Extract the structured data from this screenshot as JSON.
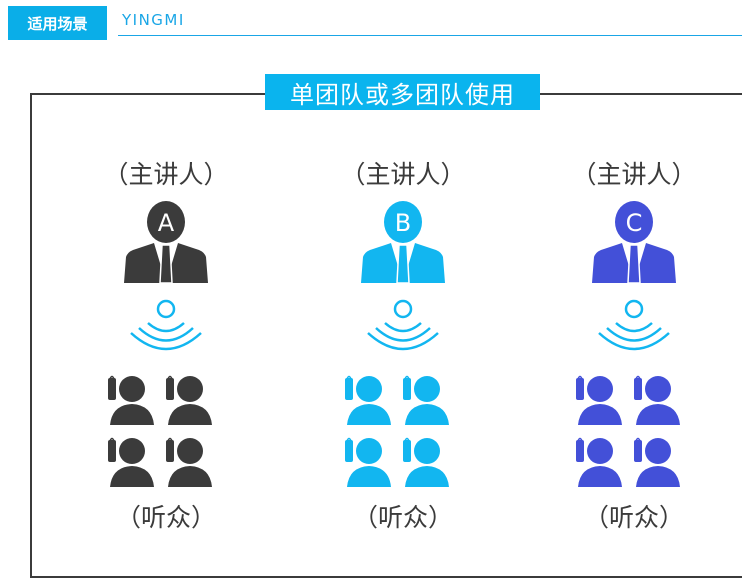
{
  "header": {
    "badge": "适用场景",
    "brand": "YINGMI"
  },
  "section": {
    "title": "单团队或多团队使用"
  },
  "columns": [
    {
      "speaker_label": "（主讲人）",
      "letter": "A",
      "color": "#3b3b3b",
      "audience_label": "（听众）"
    },
    {
      "speaker_label": "（主讲人）",
      "letter": "B",
      "color": "#12b6f0",
      "audience_label": "（听众）"
    },
    {
      "speaker_label": "（主讲人）",
      "letter": "C",
      "color": "#4350d8",
      "audience_label": "（听众）"
    }
  ],
  "wave_color": "#12b6f0",
  "icons": {
    "speaker": "presenter-icon",
    "wave": "broadcast-wave-icon",
    "audience": "listener-with-receiver-icon"
  }
}
